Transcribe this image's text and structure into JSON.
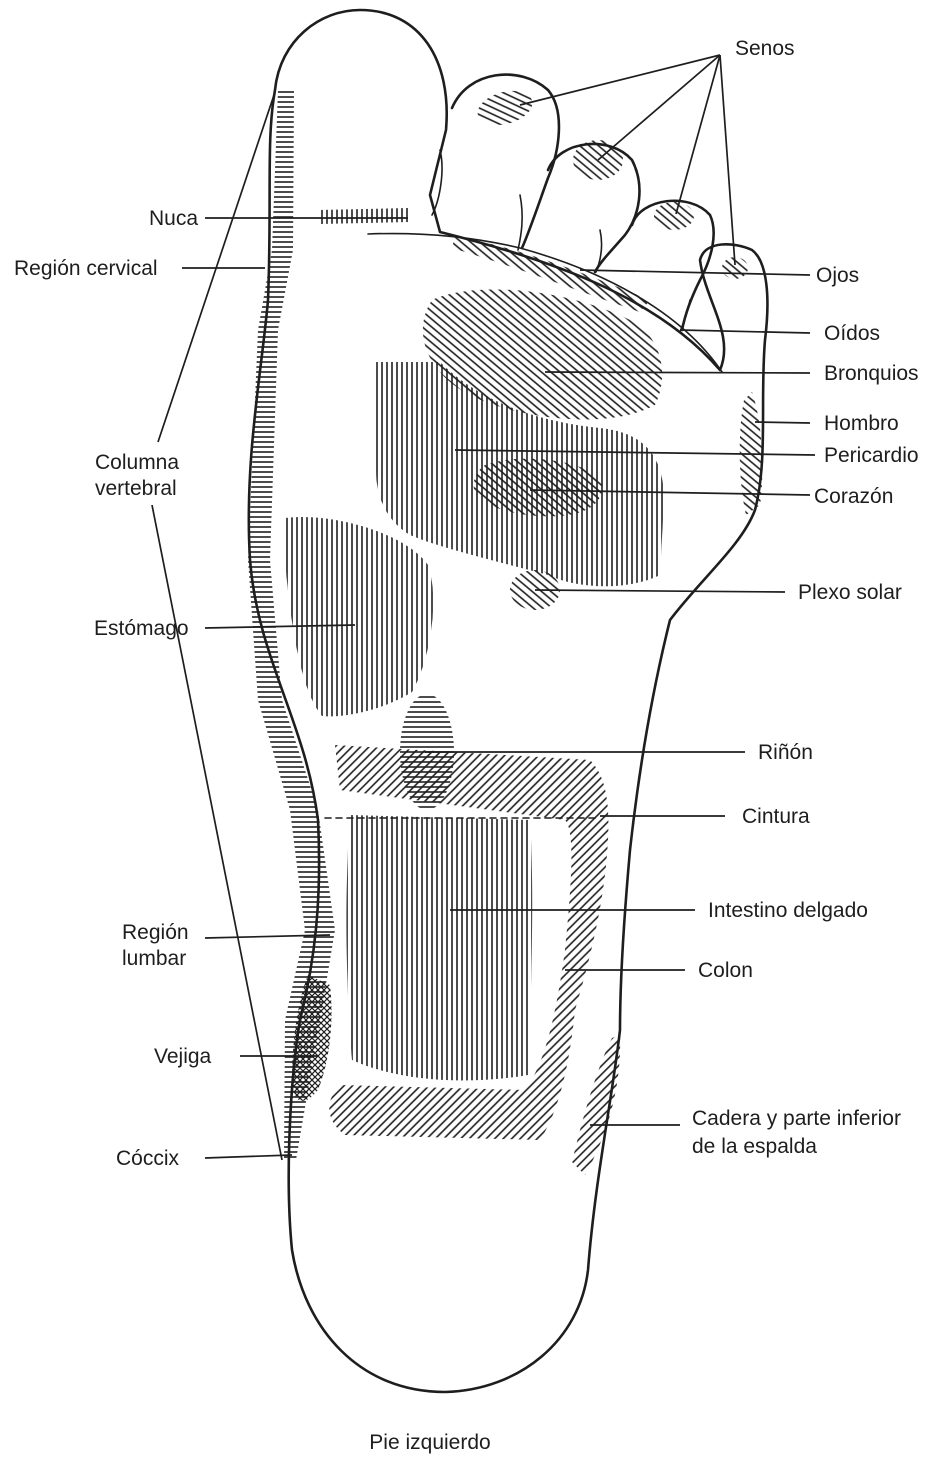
{
  "title": "Pie izquierdo",
  "labels": {
    "senos": "Senos",
    "nuca": "Nuca",
    "region_cervical": "Región cervical",
    "ojos": "Ojos",
    "oidos": "Oídos",
    "bronquios": "Bronquios",
    "hombro": "Hombro",
    "pericardio": "Pericardio",
    "columna_1": "Columna",
    "columna_2": "vertebral",
    "corazon": "Corazón",
    "plexo_solar": "Plexo solar",
    "estomago": "Estómago",
    "rinon": "Riñón",
    "cintura": "Cintura",
    "intestino": "Intestino delgado",
    "colon": "Colon",
    "lumbar_1": "Región",
    "lumbar_2": "lumbar",
    "vejiga": "Vejiga",
    "cadera_1": "Cadera y parte inferior",
    "cadera_2": "de la espalda",
    "coccix": "Cóccix"
  },
  "colors": {
    "ink": "#1e1e1e",
    "paper": "#ffffff"
  }
}
